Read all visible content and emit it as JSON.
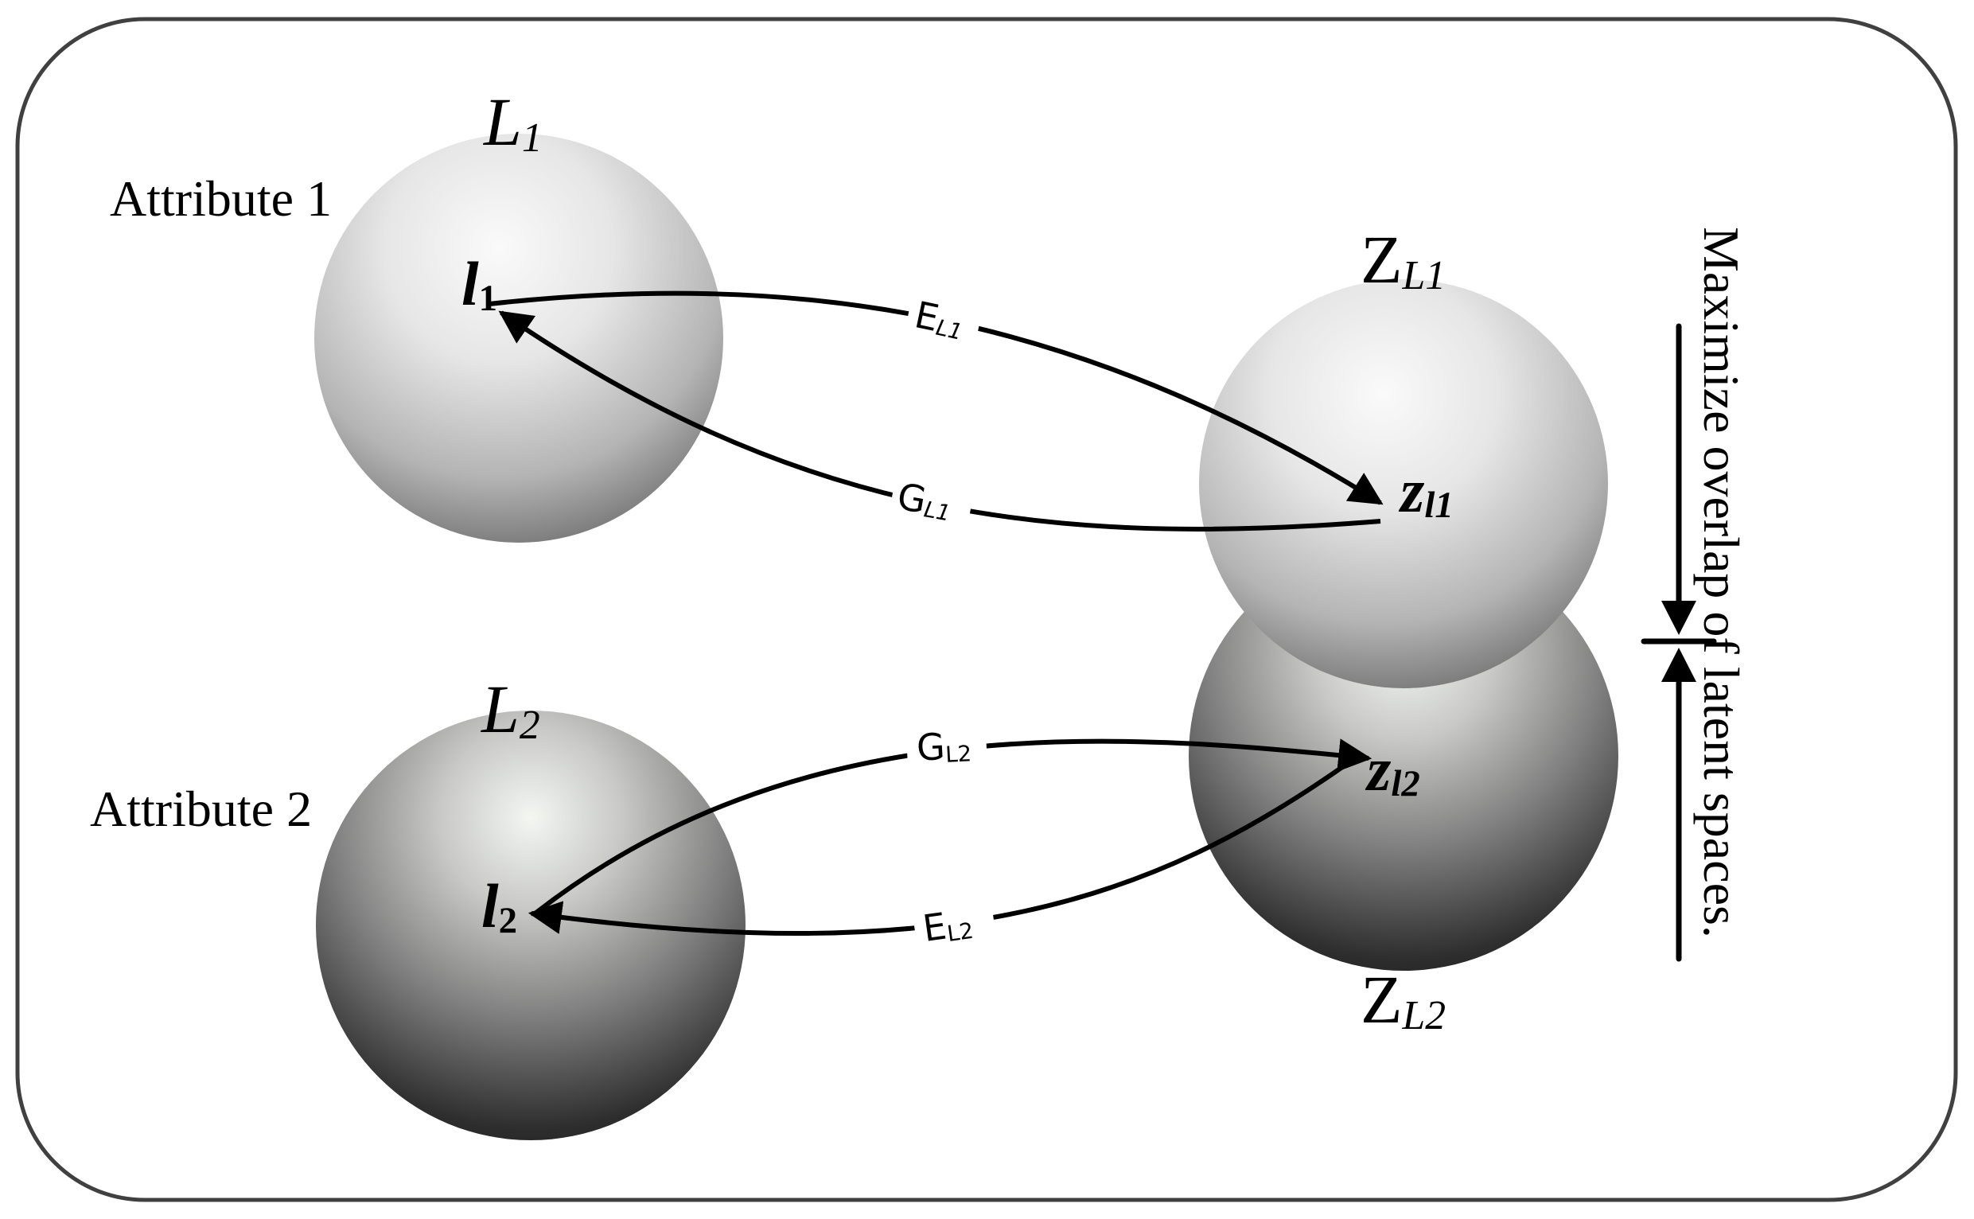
{
  "diagram": {
    "frame": {
      "stroke": "#404040",
      "fill": "#ffffff"
    },
    "attributes": [
      {
        "label": "Attribute 1"
      },
      {
        "label": "Attribute 2"
      }
    ],
    "spaces": {
      "L1": {
        "main": "L",
        "sub": "1"
      },
      "L2": {
        "main": "L",
        "sub": "2"
      },
      "ZL1": {
        "main": "Z",
        "sub": "L1"
      },
      "ZL2": {
        "main": "Z",
        "sub": "L2"
      }
    },
    "points": {
      "l1": {
        "main": "l",
        "sub": "1"
      },
      "l2": {
        "main": "l",
        "sub": "2"
      },
      "zl1": {
        "main": "z",
        "sub": "l1"
      },
      "zl2": {
        "main": "z",
        "sub": "l2"
      }
    },
    "edges": {
      "EL1": {
        "main": "E",
        "sub": "L1",
        "from": "l1",
        "to": "zl1"
      },
      "GL1": {
        "main": "G",
        "sub": "L1",
        "from": "zl1",
        "to": "l1"
      },
      "GL2": {
        "main": "G",
        "sub": "L2",
        "from": "l2",
        "to": "zl2"
      },
      "EL2": {
        "main": "E",
        "sub": "L2",
        "from": "zl2",
        "to": "l2"
      }
    },
    "side_note": "Maximize overlap of latent spaces."
  }
}
